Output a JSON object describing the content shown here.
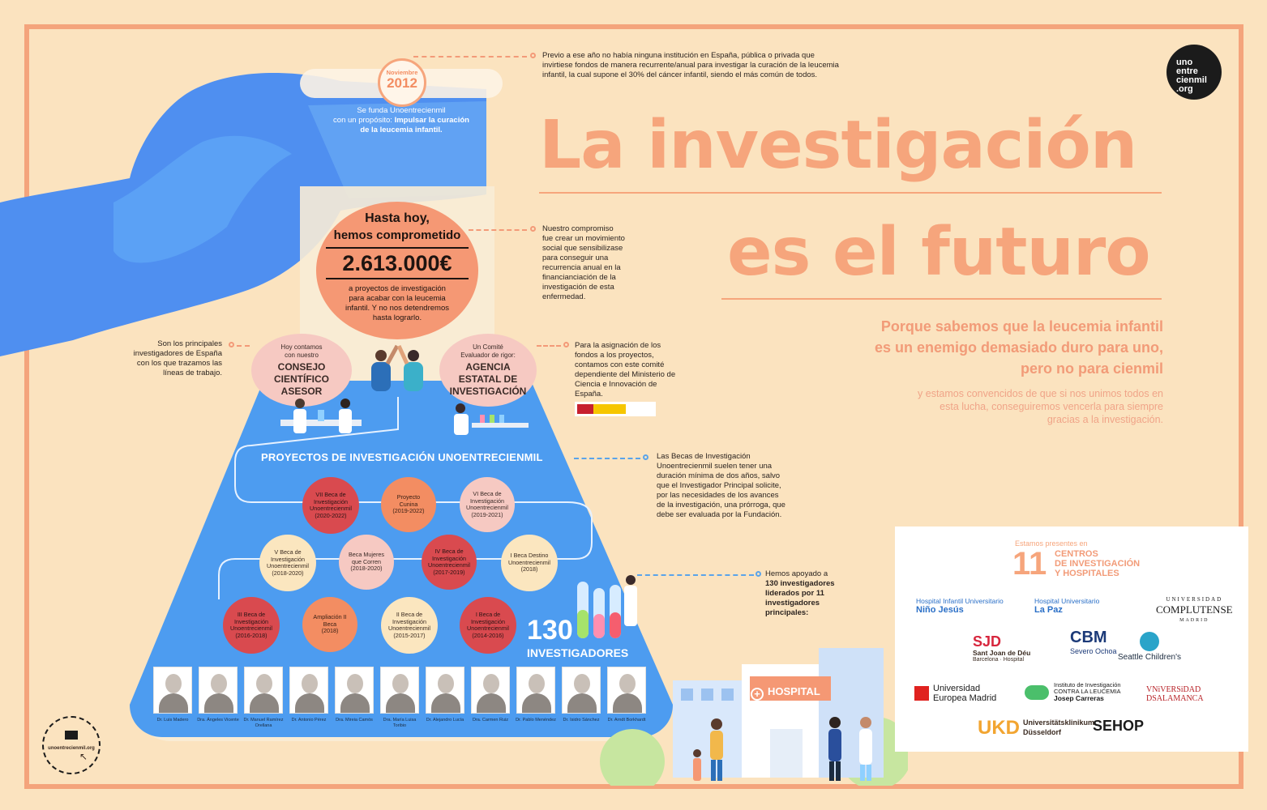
{
  "brand": {
    "logo_line1": "uno",
    "logo_line2": "entre",
    "logo_line3": "cienmil",
    "logo_line4": ".org",
    "website": "unoentrecienmil.org"
  },
  "founding": {
    "month": "Noviembre",
    "year": "2012",
    "text1": "Se funda Unoentrecienmil",
    "text2": "con un propósito: ",
    "text2_bold": "Impulsar la curación",
    "text3": "de la leucemia infantil."
  },
  "notes": {
    "previo": [
      "Previo a ese año no había ninguna institución en España, pública o privada que",
      "invirtiese fondos de manera recurrente/anual para investigar la curación de la leucemia",
      "infantil, la cual supone el 30% del cáncer infantil, siendo el más común de todos."
    ],
    "compromiso": [
      "Nuestro compromiso",
      "fue crear un movimiento",
      "social que sensibilizase",
      "para conseguir una",
      "recurrencia anual en la",
      "financianciación de la",
      "investigación de esta",
      "enfermedad."
    ],
    "principales": [
      "Son los principales",
      "investigadores de España",
      "con los que trazamos las",
      "líneas de trabajo."
    ],
    "asignacion": [
      "Para la asignación de los",
      "fondos a los proyectos,",
      "contamos con este comité",
      "dependiente del Ministerio de",
      "Ciencia e Innovación de",
      "España."
    ],
    "becas": [
      "Las Becas de Investigación",
      "Unoentrecienmil suelen tener una",
      "duración mínima de dos años, salvo",
      "que el Investigador Principal solicite,",
      "por las necesidades de los avances",
      "de la investigación, una prórroga, que",
      "debe ser evaluada por la Fundación."
    ],
    "apoyado": [
      "Hemos apoyado a",
      "130 investigadores",
      "liderados por 11",
      "investigadores",
      "principales:"
    ]
  },
  "title": {
    "line1": "La investigación",
    "line2": "es el futuro"
  },
  "subtitle": [
    "Porque sabemos que la leucemia infantil",
    "es un enemigo demasiado duro para uno,",
    "pero no para cienmil"
  ],
  "subtext": [
    "y estamos convencidos de que si nos unimos todos en",
    "esta lucha, conseguiremos vencerla para siempre",
    "gracias a la investigación."
  ],
  "commitment": {
    "line1": "Hasta hoy,",
    "line2": "hemos comprometido",
    "amount": "2.613.000€",
    "desc": [
      "a proyectos de investigación",
      "para acabar con la leucemia",
      "infantil. Y no nos detendremos",
      "hasta lograrlo."
    ]
  },
  "consejo": {
    "pre1": "Hoy contamos",
    "pre2": "con nuestro",
    "name1": "CONSEJO",
    "name2": "CIENTÍFICO",
    "name3": "ASESOR"
  },
  "agencia": {
    "pre1": "Un Comité",
    "pre2": "Evaluador de rigor:",
    "name1": "AGENCIA",
    "name2": "ESTATAL DE",
    "name3": "INVESTIGACIÓN"
  },
  "projects_title": "PROYECTOS DE INVESTIGACIÓN UNOENTRECIENMIL",
  "projects": [
    {
      "lines": [
        "VII Beca de",
        "Investigación",
        "Unoentrecienmil",
        "(2020-2022)"
      ],
      "color": "red"
    },
    {
      "lines": [
        "Proyecto",
        "Cunina",
        "(2019-2022)"
      ],
      "color": "orange"
    },
    {
      "lines": [
        "VI Beca de",
        "Investigación",
        "Unoentrecienmil",
        "(2019-2021)"
      ],
      "color": "pink"
    },
    {
      "lines": [
        "V Beca de",
        "Investigación",
        "Unoentrecienmil",
        "(2018-2020)"
      ],
      "color": "cream"
    },
    {
      "lines": [
        "Beca Mujeres",
        "que Corren",
        "(2018-2020)"
      ],
      "color": "pink"
    },
    {
      "lines": [
        "IV Beca de",
        "Investigación",
        "Unoentrecienmil",
        "(2017-2019)"
      ],
      "color": "red"
    },
    {
      "lines": [
        "I Beca Destino",
        "Unoentrecienmil",
        "(2018)"
      ],
      "color": "cream"
    },
    {
      "lines": [
        "III Beca de",
        "Investigación",
        "Unoentrecienmil",
        "(2016-2018)"
      ],
      "color": "red"
    },
    {
      "lines": [
        "Ampliación II",
        "Beca",
        "(2018)"
      ],
      "color": "orange"
    },
    {
      "lines": [
        "II Beca de",
        "Investigación",
        "Unoentrecienmil",
        "(2015-2017)"
      ],
      "color": "cream"
    },
    {
      "lines": [
        "I Beca de",
        "Investigación",
        "Unoentrecienmil",
        "(2014-2016)"
      ],
      "color": "red"
    }
  ],
  "researchers_count": "130",
  "researchers_label": "INVESTIGADORES",
  "researchers": [
    [
      "Dr. Luis Madero"
    ],
    [
      "Dra. Ángeles Vicente"
    ],
    [
      "Dr. Manuel Ramírez",
      "Orellana"
    ],
    [
      "Dr. Antonio Pérez"
    ],
    [
      "Dra. Mireia Camós"
    ],
    [
      "Dra. María Luisa",
      "Toribio"
    ],
    [
      "Dr. Alejandro Lucía"
    ],
    [
      "Dra. Carmen Ruiz"
    ],
    [
      "Dr. Pablo Menéndez"
    ],
    [
      "Dr. Isidro Sánchez"
    ],
    [
      "Dr. Arndt Borkhardt"
    ]
  ],
  "hospital_sign": "HOSPITAL",
  "centers": {
    "pre": "Estamos presentes en",
    "count": "11",
    "line1": "CENTROS",
    "line2": "DE INVESTIGACIÓN",
    "line3": "Y HOSPITALES"
  },
  "partners": {
    "nino_jesus_1": "Hospital Infantil Universitario",
    "nino_jesus_2": "Niño Jesús",
    "la_paz_1": "Hospital Universitario",
    "la_paz_2": "La Paz",
    "complutense_1": "UNIVERSIDAD",
    "complutense_2": "COMPLUTENSE",
    "complutense_3": "MADRID",
    "sjd_1": "SJD",
    "sjd_2": "Sant Joan de Déu",
    "sjd_3": "Barcelona · Hospital",
    "cbm_1": "CBM",
    "cbm_2": "Severo Ochoa",
    "seattle": "Seattle Children's",
    "uem_1": "Universidad",
    "uem_2": "Europea Madrid",
    "josep_1": "Instituto de Investigación",
    "josep_2": "CONTRA LA LEUCEMIA",
    "josep_3": "Josep Carreras",
    "salamanca_1": "VNiVERSiDAD",
    "salamanca_2": "DSALAMANCA",
    "ukd_1": "UKD",
    "ukd_2": "Universitätsklinikum",
    "ukd_3": "Düsseldorf",
    "sehop": "SEHOP"
  },
  "colors": {
    "background": "#fbe3bf",
    "accent": "#f6a57c",
    "flask_blue": "#4d9cf0",
    "glove_blue": "#4f8ff0",
    "red": "#d94a4f"
  }
}
